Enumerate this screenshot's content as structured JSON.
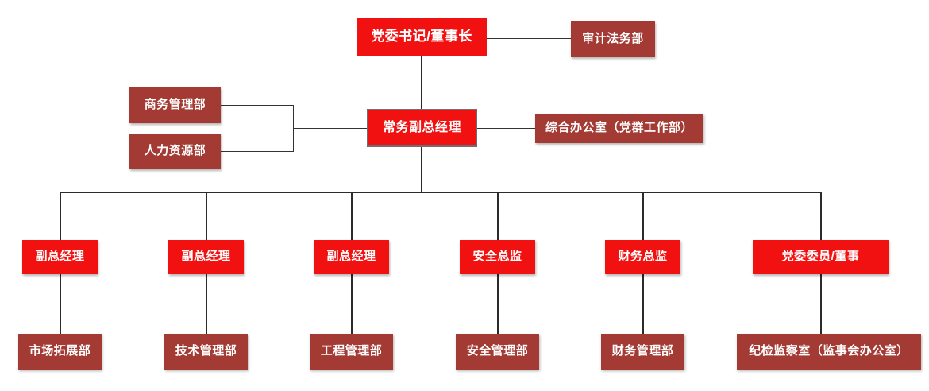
{
  "chart": {
    "type": "org-chart",
    "title": "",
    "colors": {
      "primary": "#f21111",
      "secondary": "#a33a34",
      "line": "#2b2b2b",
      "border": "#6e6e6e",
      "text": "#ffffff",
      "background": "#ffffff"
    },
    "levels": [
      {
        "level": 1,
        "nodes": [
          {
            "id": "chairman",
            "label": "党委书记/董事长",
            "style": "primary"
          },
          {
            "id": "audit-legal",
            "label": "审计法务部",
            "style": "secondary"
          }
        ]
      },
      {
        "level": 2,
        "nodes": [
          {
            "id": "business-mgmt",
            "label": "商务管理部",
            "style": "secondary"
          },
          {
            "id": "human-resources",
            "label": "人力资源部",
            "style": "secondary"
          },
          {
            "id": "exec-deputy-gm",
            "label": "常务副总经理",
            "style": "primary"
          },
          {
            "id": "general-office",
            "label": "综合办公室（党群工作部）",
            "style": "secondary"
          }
        ]
      },
      {
        "level": 3,
        "nodes": [
          {
            "id": "deputy-gm-1",
            "label": "副总经理",
            "style": "primary"
          },
          {
            "id": "deputy-gm-2",
            "label": "副总经理",
            "style": "primary"
          },
          {
            "id": "deputy-gm-3",
            "label": "副总经理",
            "style": "primary"
          },
          {
            "id": "safety-director",
            "label": "安全总监",
            "style": "primary"
          },
          {
            "id": "finance-director",
            "label": "财务总监",
            "style": "primary"
          },
          {
            "id": "party-member-director",
            "label": "党委委员/董事",
            "style": "primary"
          }
        ]
      },
      {
        "level": 4,
        "nodes": [
          {
            "id": "market-dev",
            "label": "市场拓展部",
            "style": "secondary"
          },
          {
            "id": "tech-mgmt",
            "label": "技术管理部",
            "style": "secondary"
          },
          {
            "id": "engineering-mgmt",
            "label": "工程管理部",
            "style": "secondary"
          },
          {
            "id": "safety-mgmt",
            "label": "安全管理部",
            "style": "secondary"
          },
          {
            "id": "finance-mgmt",
            "label": "财务管理部",
            "style": "secondary"
          },
          {
            "id": "discipline-office",
            "label": "纪检监察室（监事会办公室）",
            "style": "secondary"
          }
        ]
      }
    ]
  }
}
